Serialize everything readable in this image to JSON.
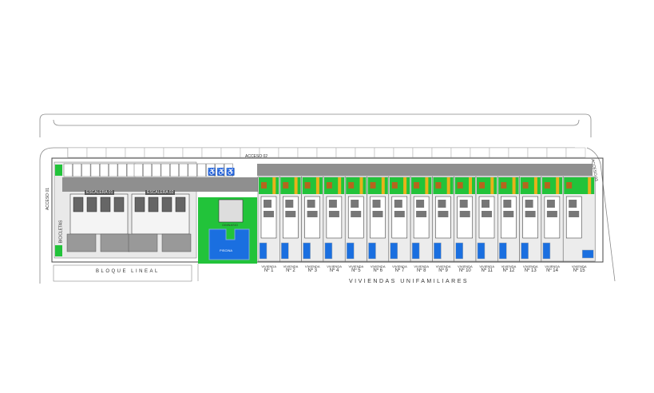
{
  "plan": {
    "access_1": "ACCESO 01",
    "access_2": "ACCESO 02",
    "access_3": "ACCESO 03",
    "stair_1": "ESCALERA 01",
    "stair_2": "ESCALERA 02",
    "bikes": "BICICLETAS",
    "gym": "GIMNASIO",
    "pool": "PISCINA",
    "linear_block": "BLOQUE LINEAL",
    "houses_title": "VIVIENDAS UNIFAMILIARES",
    "house_word": "VIVIENDA",
    "houses": [
      "Nº 1",
      "Nº 2",
      "Nº 3",
      "Nº 4",
      "Nº 5",
      "Nº 6",
      "Nº 7",
      "Nº 8",
      "Nº 9",
      "Nº 10",
      "Nº 11",
      "Nº 12",
      "Nº 13",
      "Nº 14",
      "Nº 15"
    ],
    "accessible_parking_spaces": 3
  },
  "colors": {
    "garden": "#22c33a",
    "pool": "#1a6fe0",
    "pavement": "#9a9a9a",
    "tree": "#b5651d",
    "yellow": "#e8b21a"
  }
}
